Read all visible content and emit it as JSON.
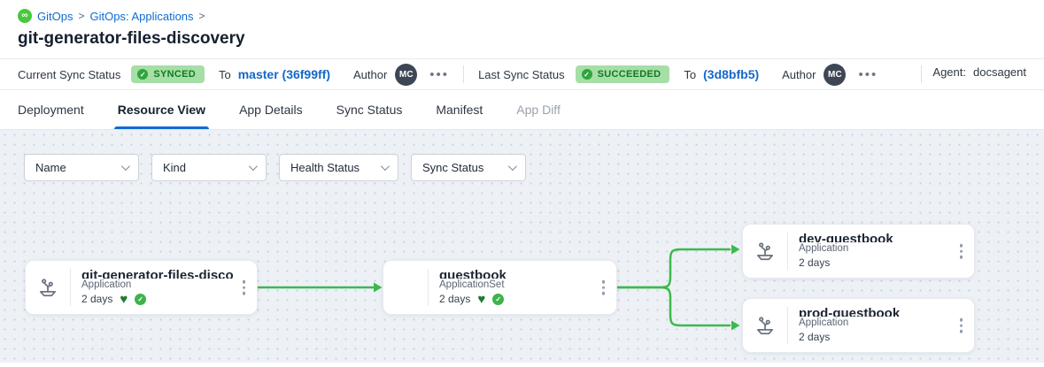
{
  "breadcrumb": {
    "logo": "gitops-logo",
    "separator": ">",
    "items": [
      {
        "label": "GitOps"
      },
      {
        "label": "GitOps: Applications"
      }
    ]
  },
  "page_title": "git-generator-files-discovery",
  "status_bar": {
    "current": {
      "label": "Current Sync Status",
      "badge": "SYNCED",
      "badge_check": "✓",
      "to_label": "To",
      "revision": "master (36f99ff)",
      "author_label": "Author",
      "author_initials": "MC",
      "more": "•••"
    },
    "last": {
      "label": "Last Sync Status",
      "badge": "SUCCEEDED",
      "badge_check": "✓",
      "to_label": "To",
      "revision": "(3d8bfb5)",
      "author_label": "Author",
      "author_initials": "MC",
      "more": "•••"
    },
    "agent_label": "Agent:",
    "agent_value": "docsagent"
  },
  "tabs": [
    {
      "label": "Deployment"
    },
    {
      "label": "Resource View"
    },
    {
      "label": "App Details"
    },
    {
      "label": "Sync Status"
    },
    {
      "label": "Manifest"
    },
    {
      "label": "App Diff"
    }
  ],
  "filters": [
    {
      "label": "Name"
    },
    {
      "label": "Kind"
    },
    {
      "label": "Health Status"
    },
    {
      "label": "Sync Status"
    }
  ],
  "graph": {
    "edge_color": "#3cb94c",
    "nodes": [
      {
        "title": "git-generator-files-disco...",
        "kind": "Application",
        "age": "2 days",
        "health_icon": "♥",
        "sync_check": "✓"
      },
      {
        "title": "guestbook",
        "kind": "ApplicationSet",
        "age": "2 days",
        "health_icon": "♥",
        "sync_check": "✓"
      },
      {
        "title": "dev-guestbook",
        "kind": "Application",
        "age": "2 days"
      },
      {
        "title": "prod-guestbook",
        "kind": "Application",
        "age": "2 days"
      }
    ]
  },
  "colors": {
    "accent_blue": "#0f6bd7",
    "link_blue": "#0d6cd1",
    "badge_green_bg": "#a6dfa6",
    "badge_green_text": "#0f7a20",
    "edge_green": "#3cb94c"
  }
}
